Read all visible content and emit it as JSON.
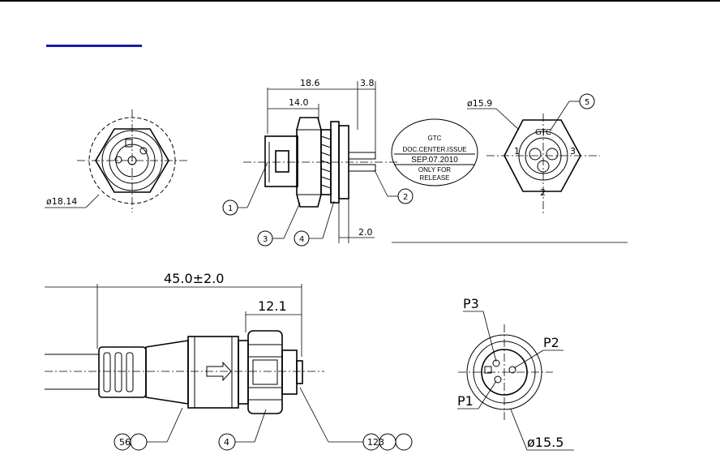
{
  "dims": {
    "front_dia": "ø18.14",
    "overall_length": "18.6",
    "pin_protrusion": "3.8",
    "body_length": "14.0",
    "flange_thickness": "2.0",
    "rear_dia": "ø15.9",
    "cable_length": "45.0±2.0",
    "nut_length": "12.1",
    "plug_dia": "ø15.5"
  },
  "balloons": {
    "b1": "1",
    "b2": "2",
    "b3": "3",
    "b4": "4",
    "b5": "5",
    "b56": "56",
    "b4b": "4",
    "b123": "123"
  },
  "pin_labels": {
    "p1": "P1",
    "p2": "P2",
    "p3": "P3"
  },
  "rear_view": {
    "pin1": "1",
    "pin2": "2",
    "pin3": "3",
    "mark": "GTC"
  },
  "stamp": {
    "line1": "GTC",
    "line2": "DOC.CENTER.ISSUE",
    "line3": "SEP.07.2010",
    "line4": "ONLY  FOR",
    "line5": "RELEASE"
  }
}
